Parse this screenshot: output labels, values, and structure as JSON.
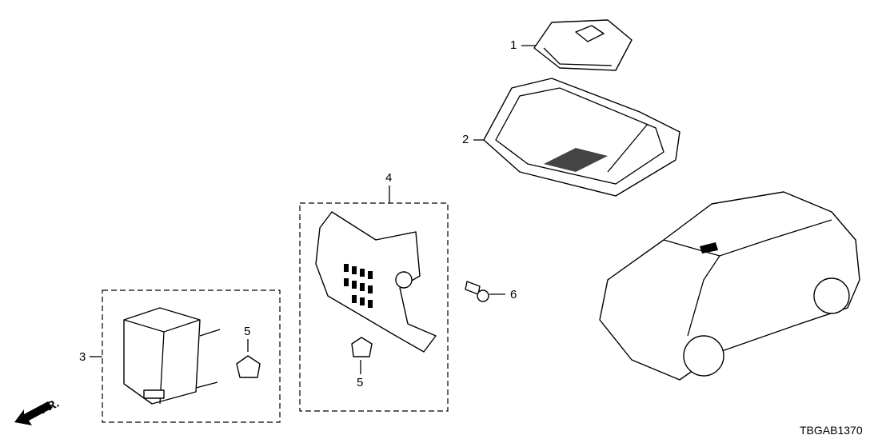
{
  "callouts": [
    "1",
    "2",
    "3",
    "4",
    "5",
    "5",
    "6"
  ],
  "front_marker": {
    "label": "FR.",
    "icon": "front-arrow-icon"
  },
  "diagram_code": "TBGAB1370"
}
